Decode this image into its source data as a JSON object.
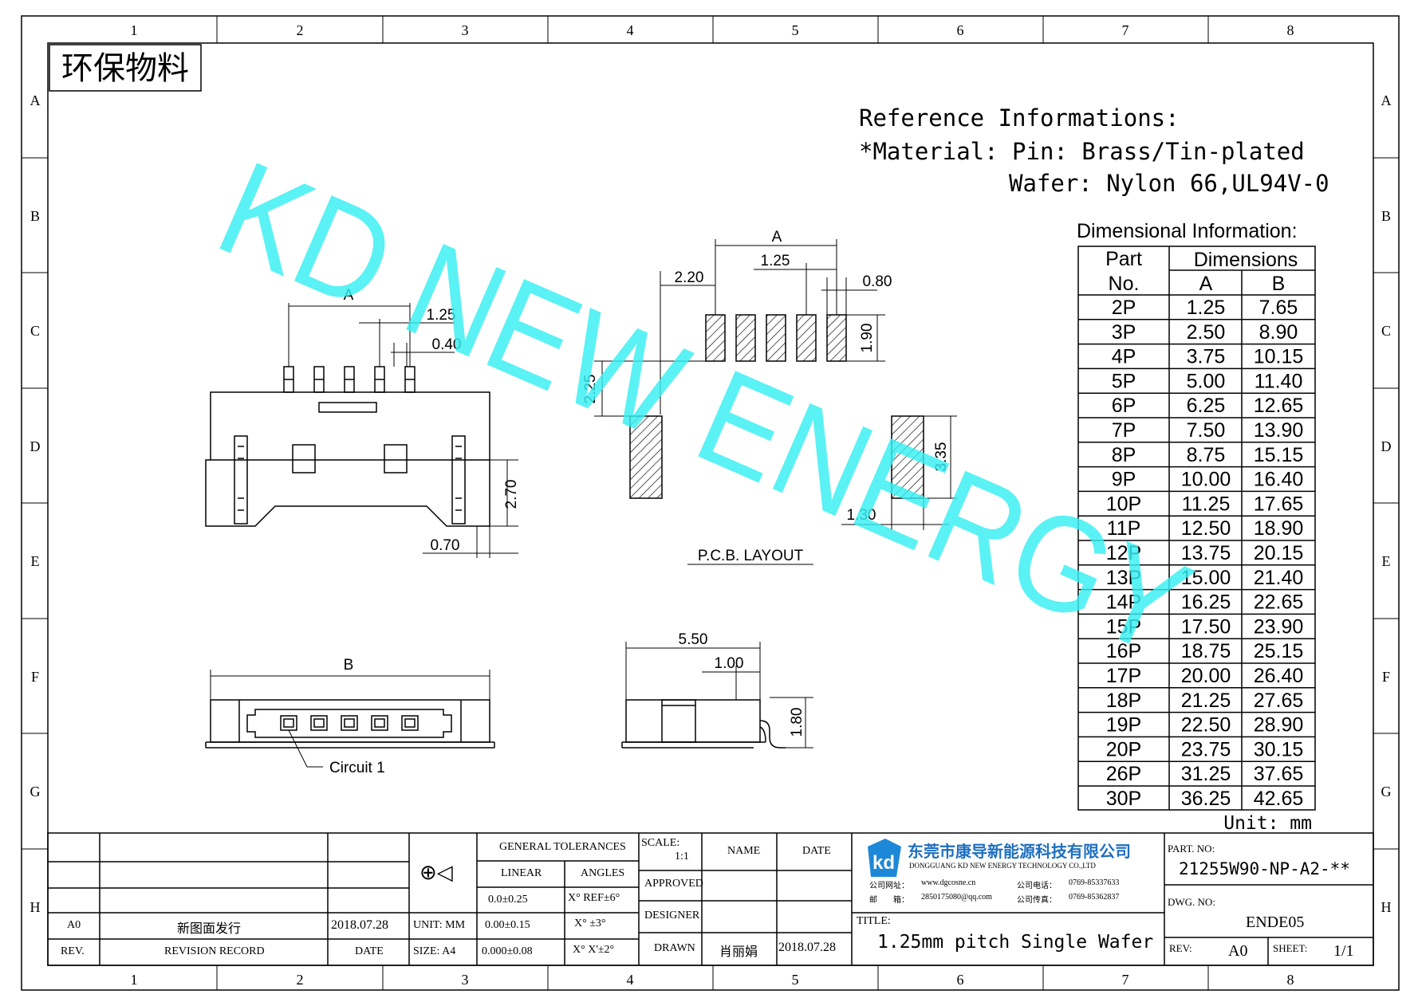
{
  "drawing": {
    "eco_stamp": "环保物料",
    "watermark": "KD NEW ENERGY",
    "zones_top": [
      "1",
      "2",
      "3",
      "4",
      "5",
      "6",
      "7",
      "8"
    ],
    "zones_side": [
      "A",
      "B",
      "C",
      "D",
      "E",
      "F",
      "G",
      "H"
    ],
    "reference": {
      "title": "Reference Informations:",
      "material": "*Material: Pin: Brass/Tin-plated",
      "wafer": "Wafer: Nylon 66,UL94V-0"
    },
    "dimensions": {
      "front_A": "A",
      "front_pitch": "1.25",
      "front_pin": "0.40",
      "front_height": "2.70",
      "front_offset": "0.70",
      "pcb_A": "A",
      "pcb_pitch": "1.25",
      "pcb_220": "2.20",
      "pcb_pad_w": "0.80",
      "pcb_pad_h": "1.90",
      "pcb_225": "2.25",
      "pcb_335": "3.35",
      "pcb_130": "1.30",
      "pcb_label": "P.C.B. LAYOUT",
      "bottom_B": "B",
      "circuit_label": "Circuit 1",
      "side_550": "5.50",
      "side_100": "1.00",
      "side_180": "1.80"
    },
    "table": {
      "title": "Dimensional Information:",
      "col_part": "Part",
      "col_no": "No.",
      "col_dims": "Dimensions",
      "col_a": "A",
      "col_b": "B",
      "unit": "Unit: mm",
      "rows": [
        [
          "2P",
          "1.25",
          "7.65"
        ],
        [
          "3P",
          "2.50",
          "8.90"
        ],
        [
          "4P",
          "3.75",
          "10.15"
        ],
        [
          "5P",
          "5.00",
          "11.40"
        ],
        [
          "6P",
          "6.25",
          "12.65"
        ],
        [
          "7P",
          "7.50",
          "13.90"
        ],
        [
          "8P",
          "8.75",
          "15.15"
        ],
        [
          "9P",
          "10.00",
          "16.40"
        ],
        [
          "10P",
          "11.25",
          "17.65"
        ],
        [
          "11P",
          "12.50",
          "18.90"
        ],
        [
          "12P",
          "13.75",
          "20.15"
        ],
        [
          "13P",
          "15.00",
          "21.40"
        ],
        [
          "14P",
          "16.25",
          "22.65"
        ],
        [
          "15P",
          "17.50",
          "23.90"
        ],
        [
          "16P",
          "18.75",
          "25.15"
        ],
        [
          "17P",
          "20.00",
          "26.40"
        ],
        [
          "18P",
          "21.25",
          "27.65"
        ],
        [
          "19P",
          "22.50",
          "28.90"
        ],
        [
          "20P",
          "23.75",
          "30.15"
        ],
        [
          "26P",
          "31.25",
          "37.65"
        ],
        [
          "30P",
          "36.25",
          "42.65"
        ]
      ]
    }
  },
  "title_block": {
    "rev_a0": "A0",
    "rev_record_text": "新图面发行",
    "rev_date": "2018.07.28",
    "rev_col": "REV.",
    "rev_record": "REVISION RECORD",
    "date_col": "DATE",
    "unit": "UNIT: MM",
    "size": "SIZE: A4",
    "gen_tol": "GENERAL TOLERANCES",
    "linear": "LINEAR",
    "angles": "ANGLES",
    "tol1_lin": "0.0±0.25",
    "tol1_ang": "X° REF±6°",
    "tol2_lin": "0.00±0.15",
    "tol2_ang": "X° ±3°",
    "tol3_lin": "0.000±0.08",
    "tol3_ang": "X° X'±2°",
    "scale_label": "SCALE:",
    "scale_value": "1:1",
    "name_col": "NAME",
    "date_col2": "DATE",
    "approved": "APPROVED",
    "designer": "DESIGNER",
    "drawn": "DRAWN",
    "drawn_name": "肖丽娟",
    "drawn_date": "2018.07.28",
    "company_cn": "东莞市康导新能源科技有限公司",
    "company_en": "DONGGUANG KD NEW ENERGY TECHNOLOGY CO.,LTD",
    "web_label": "公司网址：",
    "web": "www.dgcosne.cn",
    "tel_label": "公司电话：",
    "tel": "0769-85337633",
    "mail_label": "邮　　箱：",
    "mail": "2850175080@qq.com",
    "fax_label": "公司传真：",
    "fax": "0769-85362837",
    "title_label": "TITLE:",
    "title": "1.25mm pitch Single Wafer",
    "part_label": "PART. NO:",
    "part_no": "21255W90-NP-A2-**",
    "dwg_label": "DWG. NO:",
    "dwg_no": "ENDE05",
    "rev_label": "REV:",
    "rev_value": "A0",
    "sheet_label": "SHEET:",
    "sheet_value": "1/1"
  }
}
